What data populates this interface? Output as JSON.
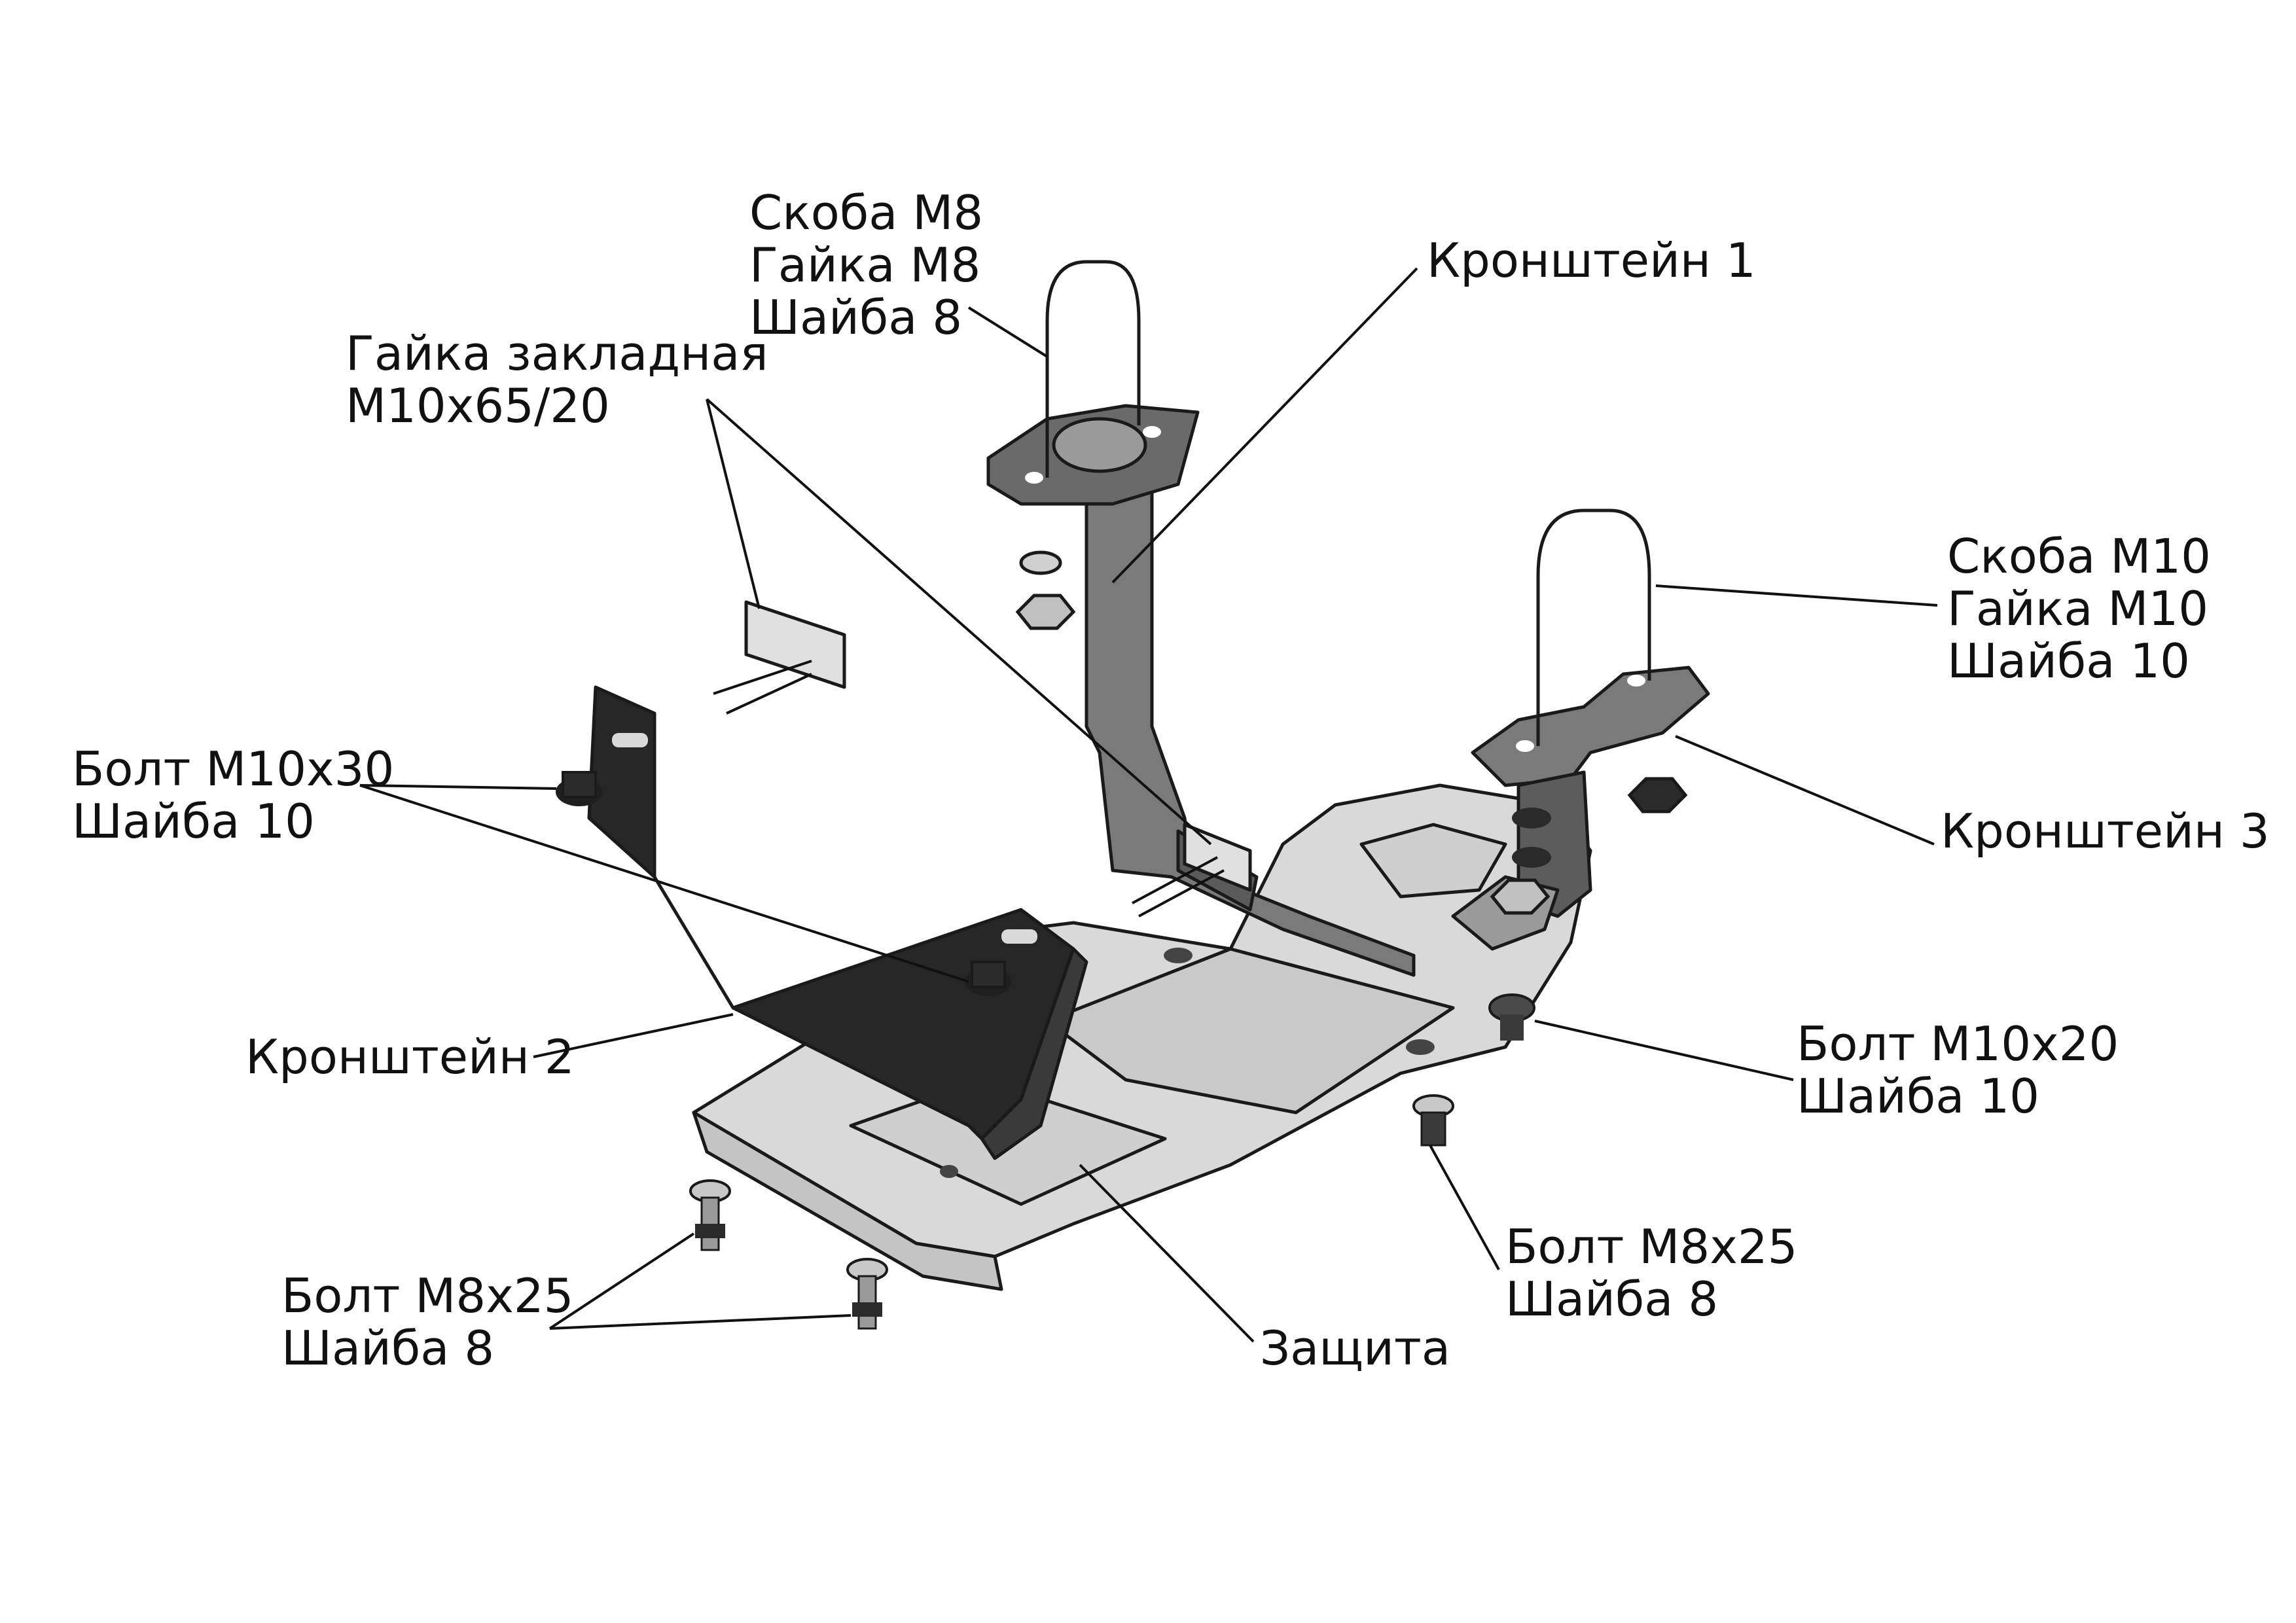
{
  "labels": {
    "skoba_m8": [
      "Скоба М8",
      "Гайка М8",
      "Шайба 8"
    ],
    "kronshtein_1": [
      "Кронштейн 1"
    ],
    "gaika_zakladnaya": [
      "Гайка закладная",
      "М10х65/20"
    ],
    "skoba_m10": [
      "Скоба М10",
      "Гайка М10",
      "Шайба 10"
    ],
    "bolt_m10x30": [
      "Болт М10х30",
      "Шайба 10"
    ],
    "kronshtein_3": [
      "Кронштейн 3"
    ],
    "kronshtein_2": [
      "Кронштейн 2"
    ],
    "bolt_m10x20": [
      "Болт М10х20",
      "Шайба 10"
    ],
    "bolt_m8x25_right": [
      "Болт М8х25",
      "Шайба 8"
    ],
    "bolt_m8x25_left": [
      "Болт М8х25",
      "Шайба 8"
    ],
    "zashchita": [
      "Защита"
    ]
  },
  "colors": {
    "plate_light": "#d9d9d9",
    "plate_mid": "#b8b8b8",
    "bracket_dark": "#262626",
    "bracket_mid": "#6e6e6e",
    "line": "#111111"
  }
}
